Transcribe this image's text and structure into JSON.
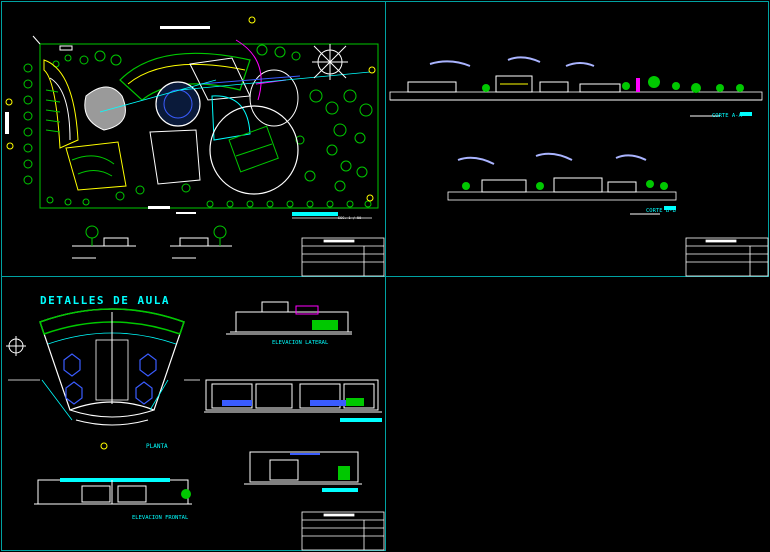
{
  "drawing": {
    "sheet_colors": {
      "background": "#000000",
      "frame": "#00a2a2",
      "green": "#00c800",
      "cyan": "#00ffff",
      "yellow": "#ffff00",
      "magenta": "#ff00ff",
      "blue": "#3a5cff",
      "white": "#ffffff"
    },
    "aula_title": "DETALLES DE AULA",
    "planta_label": "PLANTA",
    "elevacion_lateral_label": "ELEVACION LATERAL",
    "elevacion_frontal_label": "ELEVACION FRONTAL",
    "corte_1_label": "CORTE A-A",
    "corte_2_label": "CORTE B-B",
    "scale_text": "ESC. 1 / 50"
  }
}
